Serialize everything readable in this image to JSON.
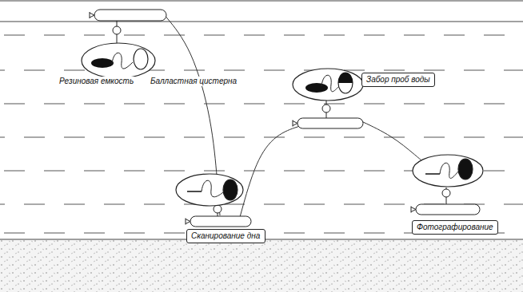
{
  "diagram": {
    "nodes": [
      {
        "text": [
          "Сканирование дна"
        ]
      },
      {
        "text": [
          "Забор проб воды"
        ]
      },
      {
        "text": [
          "Фотографирование"
        ]
      }
    ],
    "labels": [
      "Резиновая емкость",
      "Балластная цистерна"
    ]
  }
}
